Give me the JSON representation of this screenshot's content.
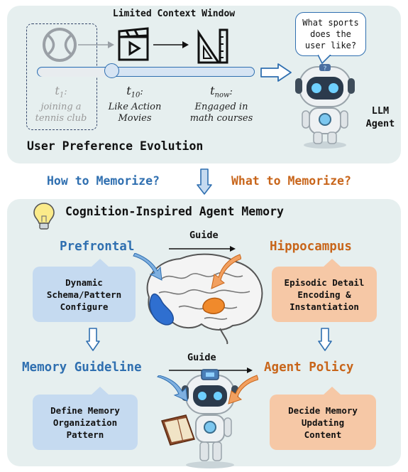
{
  "top": {
    "context_title": "Limited Context Window",
    "speech_bubble": "What sports does the user like?",
    "timeline": [
      {
        "sub": "1",
        "desc": "joining a tennis club",
        "faded": true
      },
      {
        "sub": "10",
        "desc": "Like Action Movies",
        "faded": false
      },
      {
        "sub": "now",
        "desc": "Engaged in math courses",
        "faded": false
      }
    ],
    "t_letter": "t",
    "colon": ":",
    "agent_label_line1": "LLM",
    "agent_label_line2": "Agent",
    "section_title": "User Preference Evolution"
  },
  "middle": {
    "how": "How to Memorize?",
    "what": "What to Memorize?"
  },
  "bottom": {
    "title": "Cognition-Inspired Agent Memory",
    "prefrontal": "Prefrontal",
    "hippocampus": "Hippocampus",
    "guide_top": "Guide",
    "guide_bottom": "Guide",
    "prefrontal_box": "Dynamic Schema/Pattern Configure",
    "hippocampus_box": "Episodic Detail Encoding & Instantiation",
    "memory_guideline": "Memory Guideline",
    "agent_policy": "Agent Policy",
    "guideline_box": "Define Memory Organization Pattern",
    "policy_box": "Decide Memory Updating Content"
  },
  "colors": {
    "panel": "#e6efef",
    "blue_text": "#2f6fb0",
    "orange_text": "#c8651a",
    "blue_box": "#c5daf0",
    "orange_box": "#f6c8a6"
  }
}
